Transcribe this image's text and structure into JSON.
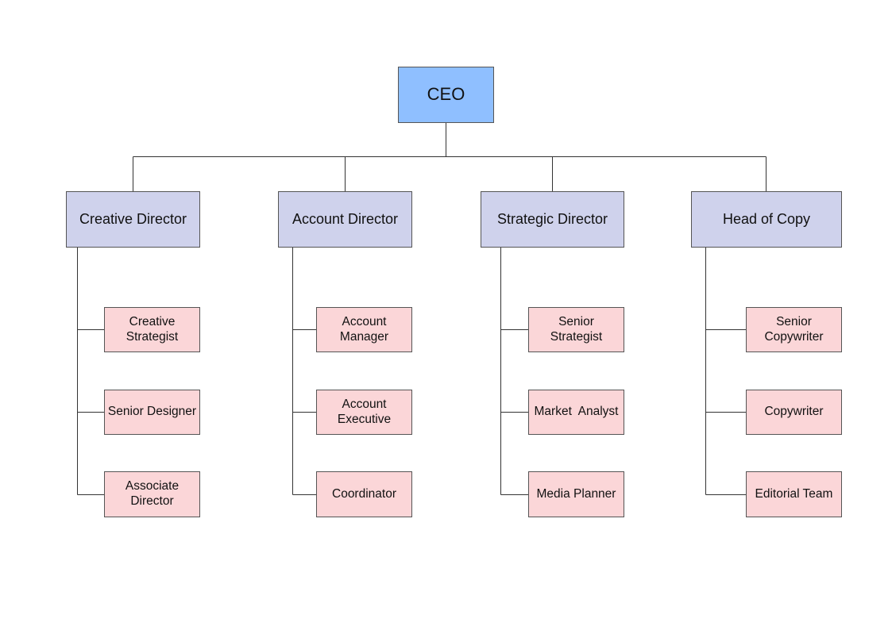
{
  "colors": {
    "ceo_fill": "#8fbfff",
    "director_fill": "#cfd2ec",
    "staff_fill": "#fbd6d8",
    "line": "#333333"
  },
  "ceo": {
    "title": "CEO"
  },
  "departments": [
    {
      "head": "Creative Director",
      "members": [
        "Creative\nStrategist",
        "Senior Designer",
        "Associate\nDirector"
      ]
    },
    {
      "head": "Account Director",
      "members": [
        "Account\nManager",
        "Account\nExecutive",
        "Coordinator"
      ]
    },
    {
      "head": "Strategic Director",
      "members": [
        "Senior\nStrategist",
        "Market  Analyst",
        "Media Planner"
      ]
    },
    {
      "head": "Head of Copy",
      "members": [
        "Senior\nCopywriter",
        "Copywriter",
        "Editorial Team"
      ]
    }
  ]
}
